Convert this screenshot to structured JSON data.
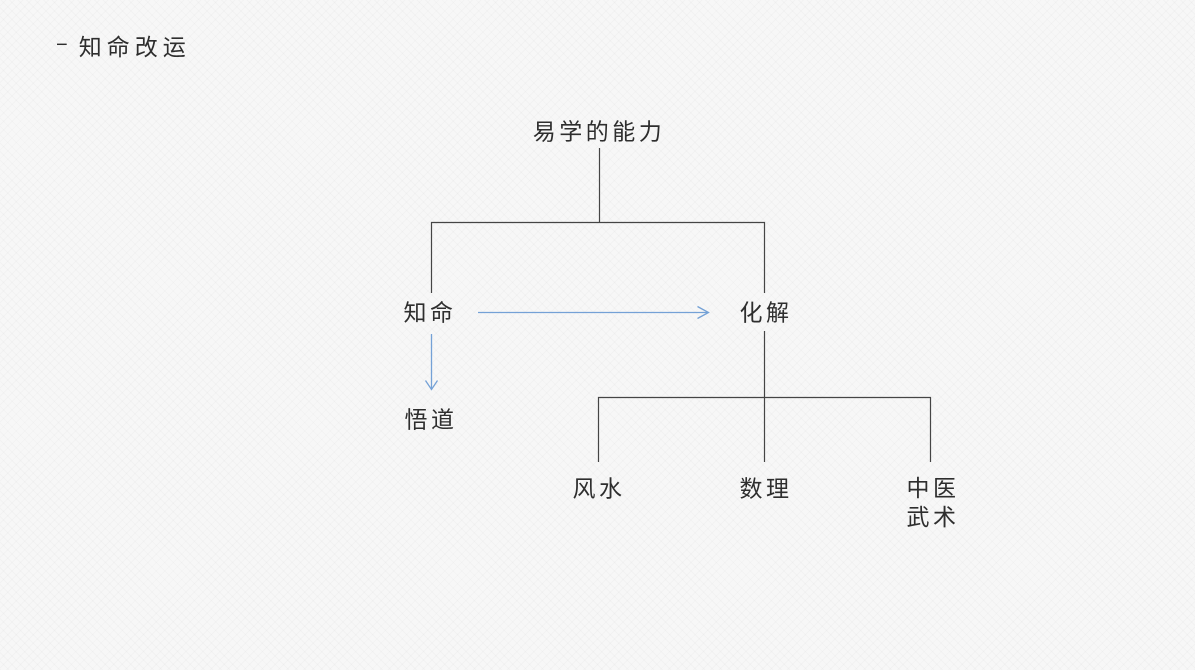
{
  "colors": {
    "background": "#f7f7f7",
    "connector_line": "#454545",
    "text": "#2e2e2e",
    "relationship_arrow": "#74a1d6"
  },
  "outline": {
    "collapse_glyph": "−",
    "title": "知命改运"
  },
  "diagram": {
    "type": "tree",
    "root": {
      "label": "易学的能力"
    },
    "level1": [
      {
        "id": "zhiming",
        "label": "知命"
      },
      {
        "id": "huajie",
        "label": "化解"
      }
    ],
    "related": [
      {
        "id": "wudao",
        "label": "悟道"
      }
    ],
    "level2": [
      {
        "id": "fengshui",
        "label": "风水"
      },
      {
        "id": "shuli",
        "label": "数理"
      },
      {
        "id": "zhongyi-wushu",
        "label_line1": "中医",
        "label_line2": "武术"
      }
    ],
    "relationships": [
      {
        "from": "知命",
        "to": "化解",
        "style": "blue-arrow"
      },
      {
        "from": "知命",
        "to": "悟道",
        "style": "blue-arrow"
      }
    ]
  }
}
